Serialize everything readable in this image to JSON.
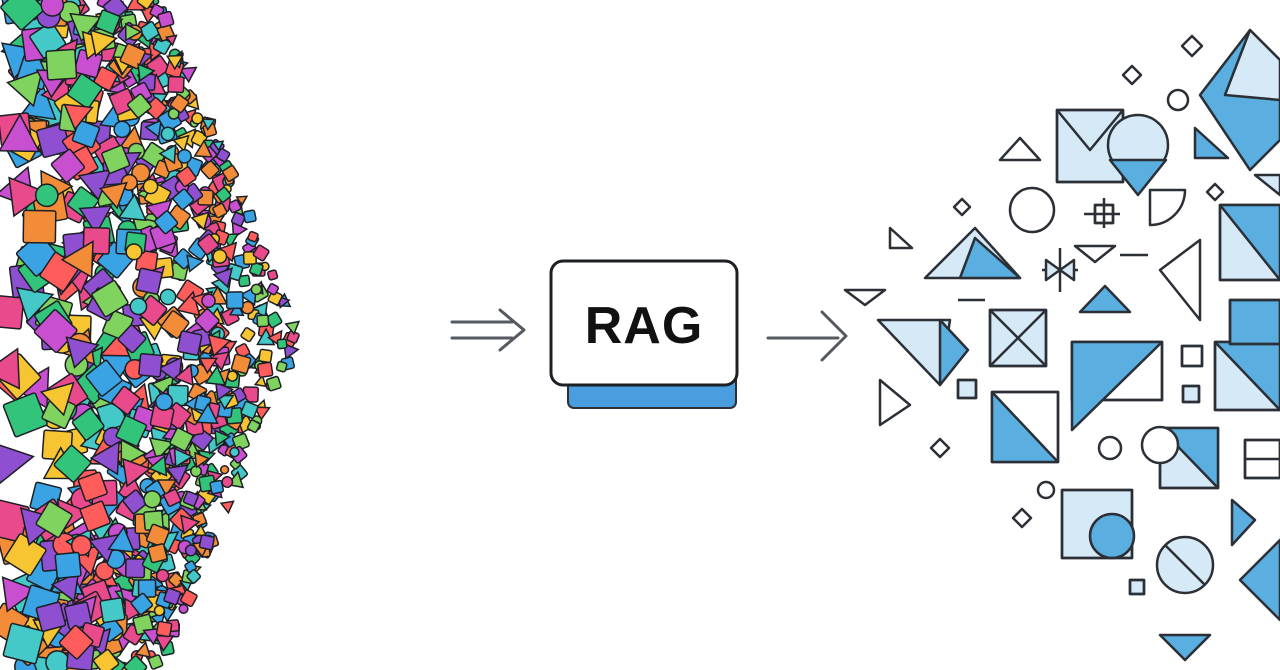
{
  "center_box": {
    "label": "RAG"
  },
  "colors": {
    "background": "#ffffff",
    "chaos": [
      "#e84a8c",
      "#f7c531",
      "#33c47c",
      "#3aa3e3",
      "#8e4fd1",
      "#f28c38",
      "#45c8c8",
      "#c94fd1",
      "#7fd35e",
      "#ff5c5c"
    ],
    "order_fill": "#5aaee0",
    "order_light": "#d6e9f7",
    "order_stroke": "#2b2f36",
    "ink": "#111111",
    "box_shadow": "#4a9ee0",
    "arrow": "#555a61"
  },
  "left_panel": {
    "description_icon": "chaotic-colorful-shapes"
  },
  "right_panel": {
    "description_icon": "organized-geometric-shapes"
  }
}
